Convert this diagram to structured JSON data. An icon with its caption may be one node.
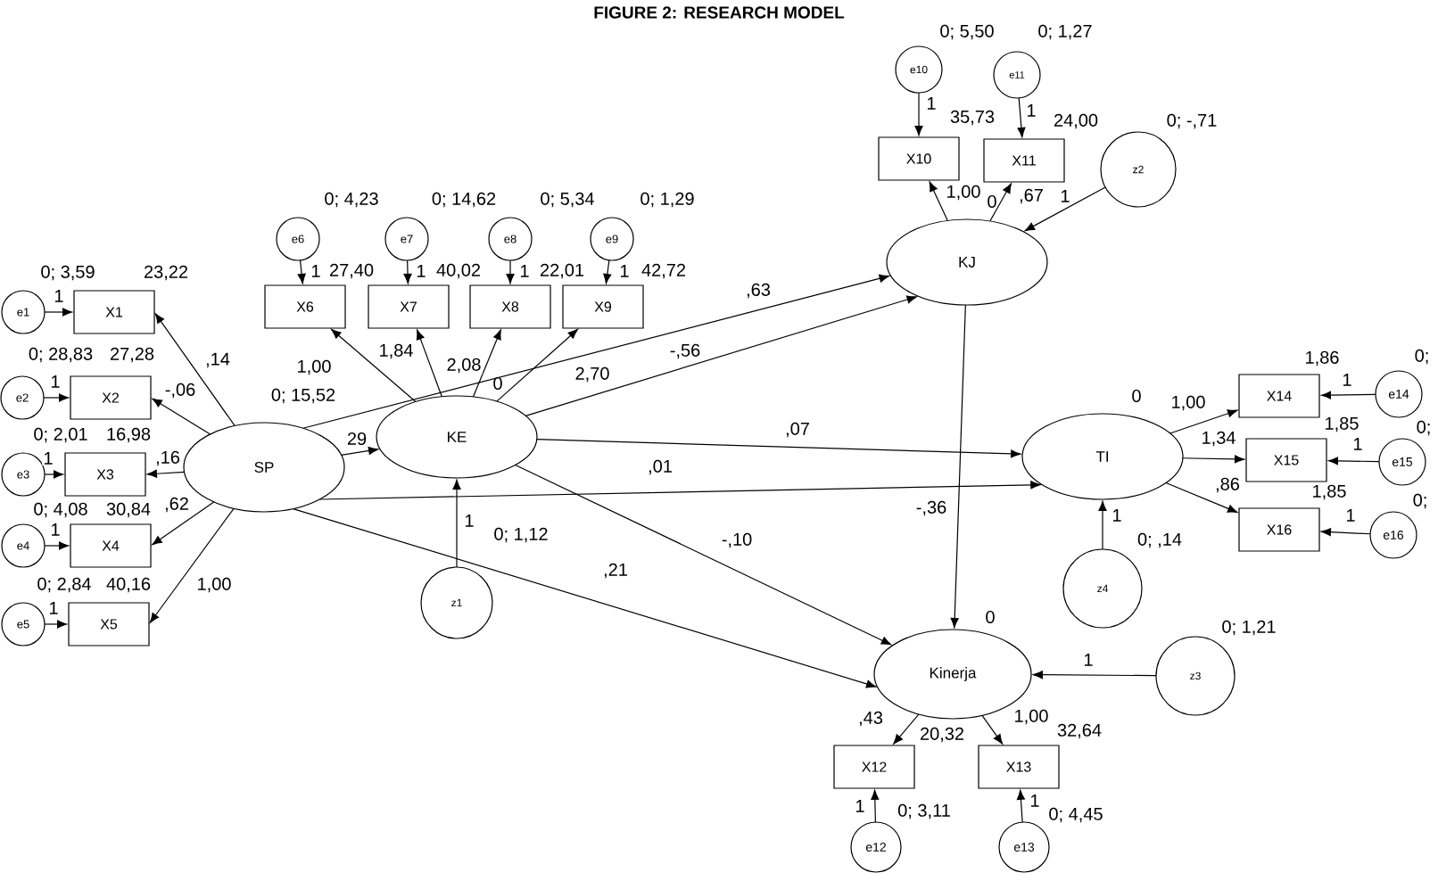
{
  "diagram": {
    "title": "FIGURE 2: RESEARCH MODEL",
    "nodes": [
      {
        "text": [
          "SP"
        ],
        "beside": [
          "0; 15,52"
        ]
      },
      {
        "text": [
          "KE"
        ],
        "beside": [
          "0"
        ]
      },
      {
        "text": [
          "KJ"
        ],
        "beside": [
          "0"
        ]
      },
      {
        "text": [
          "TI"
        ],
        "beside": [
          "0"
        ]
      },
      {
        "text": [
          "Kinerja"
        ],
        "beside": [
          "0"
        ]
      },
      {
        "text": [
          "X1"
        ],
        "beside": [
          "23,22"
        ]
      },
      {
        "text": [
          "X2"
        ],
        "beside": [
          "27,28"
        ]
      },
      {
        "text": [
          "X3"
        ],
        "beside": [
          "16,98"
        ]
      },
      {
        "text": [
          "X4"
        ],
        "beside": [
          "30,84"
        ]
      },
      {
        "text": [
          "X5"
        ],
        "beside": [
          "40,16"
        ]
      },
      {
        "text": [
          "e1"
        ],
        "beside": [
          "0; 3,59"
        ]
      },
      {
        "text": [
          "e2"
        ],
        "beside": [
          "0; 28,83"
        ]
      },
      {
        "text": [
          "e3"
        ],
        "beside": [
          "0; 2,01"
        ]
      },
      {
        "text": [
          "e4"
        ],
        "beside": [
          "0; 4,08"
        ]
      },
      {
        "text": [
          "e5"
        ],
        "beside": [
          "0; 2,84"
        ]
      },
      {
        "text": [
          "X6"
        ],
        "beside": [
          "27,40"
        ]
      },
      {
        "text": [
          "X7"
        ],
        "beside": [
          "40,02"
        ]
      },
      {
        "text": [
          "X8"
        ],
        "beside": [
          "22,01"
        ]
      },
      {
        "text": [
          "X9"
        ],
        "beside": [
          "42,72"
        ]
      },
      {
        "text": [
          "e6"
        ],
        "beside": [
          "0; 4,23"
        ]
      },
      {
        "text": [
          "e7"
        ],
        "beside": [
          "0; 14,62"
        ]
      },
      {
        "text": [
          "e8"
        ],
        "beside": [
          "0; 5,34"
        ]
      },
      {
        "text": [
          "e9"
        ],
        "beside": [
          "0; 1,29"
        ]
      },
      {
        "text": [
          "X10"
        ],
        "beside": [
          "35,73"
        ]
      },
      {
        "text": [
          "X11"
        ],
        "beside": [
          "24,00"
        ]
      },
      {
        "text": [
          "e10"
        ],
        "beside": [
          "0; 5,50"
        ]
      },
      {
        "text": [
          "e11"
        ],
        "beside": [
          "0; 1,27"
        ]
      },
      {
        "text": [
          "z2"
        ],
        "beside": [
          "0; -,71"
        ]
      },
      {
        "text": [
          "X14"
        ],
        "beside": [
          "1,86"
        ]
      },
      {
        "text": [
          "X15"
        ],
        "beside": [
          "1,85"
        ]
      },
      {
        "text": [
          "X16"
        ],
        "beside": [
          "1,85"
        ]
      },
      {
        "text": [
          "e14"
        ],
        "beside": [
          "0;"
        ]
      },
      {
        "text": [
          "e15"
        ],
        "beside": [
          "0;"
        ]
      },
      {
        "text": [
          "e16"
        ],
        "beside": [
          "0;"
        ]
      },
      {
        "text": [
          "z4"
        ],
        "beside": [
          "0; ,14"
        ]
      },
      {
        "text": [
          "X12"
        ],
        "beside": [
          "20,32"
        ]
      },
      {
        "text": [
          "X13"
        ],
        "beside": [
          "32,64"
        ]
      },
      {
        "text": [
          "e12"
        ],
        "beside": [
          "0; 3,11"
        ]
      },
      {
        "text": [
          "e13"
        ],
        "beside": [
          "0; 4,45"
        ]
      },
      {
        "text": [
          "z3"
        ],
        "beside": [
          "0; 1,21"
        ]
      },
      {
        "text": [
          "z1"
        ],
        "beside": [
          "0; 1,12"
        ]
      }
    ],
    "edges": [
      {
        "from": 0,
        "to": 5,
        "arrow": "to",
        "label": ",14"
      },
      {
        "from": 0,
        "to": 6,
        "arrow": "to",
        "label": "-,06"
      },
      {
        "from": 0,
        "to": 7,
        "arrow": "to",
        "label": ",16"
      },
      {
        "from": 0,
        "to": 8,
        "arrow": "to",
        "label": ",62"
      },
      {
        "from": 0,
        "to": 9,
        "arrow": "to",
        "label": "1,00"
      },
      {
        "from": 10,
        "to": 5,
        "arrow": "to",
        "label": "1"
      },
      {
        "from": 11,
        "to": 6,
        "arrow": "to",
        "label": "1"
      },
      {
        "from": 12,
        "to": 7,
        "arrow": "to",
        "label": "1"
      },
      {
        "from": 13,
        "to": 8,
        "arrow": "to",
        "label": "1"
      },
      {
        "from": 14,
        "to": 9,
        "arrow": "to",
        "label": "1"
      },
      {
        "from": 1,
        "to": 15,
        "arrow": "to",
        "label": "1,00"
      },
      {
        "from": 1,
        "to": 16,
        "arrow": "to",
        "label": "1,84"
      },
      {
        "from": 1,
        "to": 17,
        "arrow": "to",
        "label": "2,08"
      },
      {
        "from": 1,
        "to": 18,
        "arrow": "to",
        "label": "2,70"
      },
      {
        "from": 19,
        "to": 15,
        "arrow": "to",
        "label": "1"
      },
      {
        "from": 20,
        "to": 16,
        "arrow": "to",
        "label": "1"
      },
      {
        "from": 21,
        "to": 17,
        "arrow": "to",
        "label": "1"
      },
      {
        "from": 22,
        "to": 18,
        "arrow": "to",
        "label": "1"
      },
      {
        "from": 2,
        "to": 23,
        "arrow": "to",
        "label": "1,00"
      },
      {
        "from": 2,
        "to": 24,
        "arrow": "to",
        "label": ",67"
      },
      {
        "from": 25,
        "to": 23,
        "arrow": "to",
        "label": "1"
      },
      {
        "from": 26,
        "to": 24,
        "arrow": "to",
        "label": "1"
      },
      {
        "from": 27,
        "to": 2,
        "arrow": "to",
        "label": "1"
      },
      {
        "from": 3,
        "to": 28,
        "arrow": "to",
        "label": "1,00"
      },
      {
        "from": 3,
        "to": 29,
        "arrow": "to",
        "label": "1,34"
      },
      {
        "from": 3,
        "to": 30,
        "arrow": "to",
        "label": ",86"
      },
      {
        "from": 31,
        "to": 28,
        "arrow": "to",
        "label": "1"
      },
      {
        "from": 32,
        "to": 29,
        "arrow": "to",
        "label": "1"
      },
      {
        "from": 33,
        "to": 30,
        "arrow": "to",
        "label": "1"
      },
      {
        "from": 34,
        "to": 3,
        "arrow": "to",
        "label": "1"
      },
      {
        "from": 4,
        "to": 35,
        "arrow": "to",
        "label": ",43"
      },
      {
        "from": 4,
        "to": 36,
        "arrow": "to",
        "label": "1,00"
      },
      {
        "from": 37,
        "to": 35,
        "arrow": "to",
        "label": "1"
      },
      {
        "from": 38,
        "to": 36,
        "arrow": "to",
        "label": "1"
      },
      {
        "from": 39,
        "to": 4,
        "arrow": "to",
        "label": "1"
      },
      {
        "from": 40,
        "to": 1,
        "arrow": "to",
        "label": "1"
      },
      {
        "from": 0,
        "to": 1,
        "arrow": "to",
        "label": "29"
      },
      {
        "from": 0,
        "to": 2,
        "arrow": "to",
        "label": ",63"
      },
      {
        "from": 1,
        "to": 2,
        "arrow": "to",
        "label": "-,56"
      },
      {
        "from": 0,
        "to": 3,
        "arrow": "to",
        "label": ",01"
      },
      {
        "from": 1,
        "to": 3,
        "arrow": "to",
        "label": ",07"
      },
      {
        "from": 2,
        "to": 4,
        "arrow": "to",
        "label": "-,36"
      },
      {
        "from": 1,
        "to": 4,
        "arrow": "to",
        "label": "-,10"
      },
      {
        "from": 0,
        "to": 4,
        "arrow": "to",
        "label": ",21"
      }
    ]
  }
}
